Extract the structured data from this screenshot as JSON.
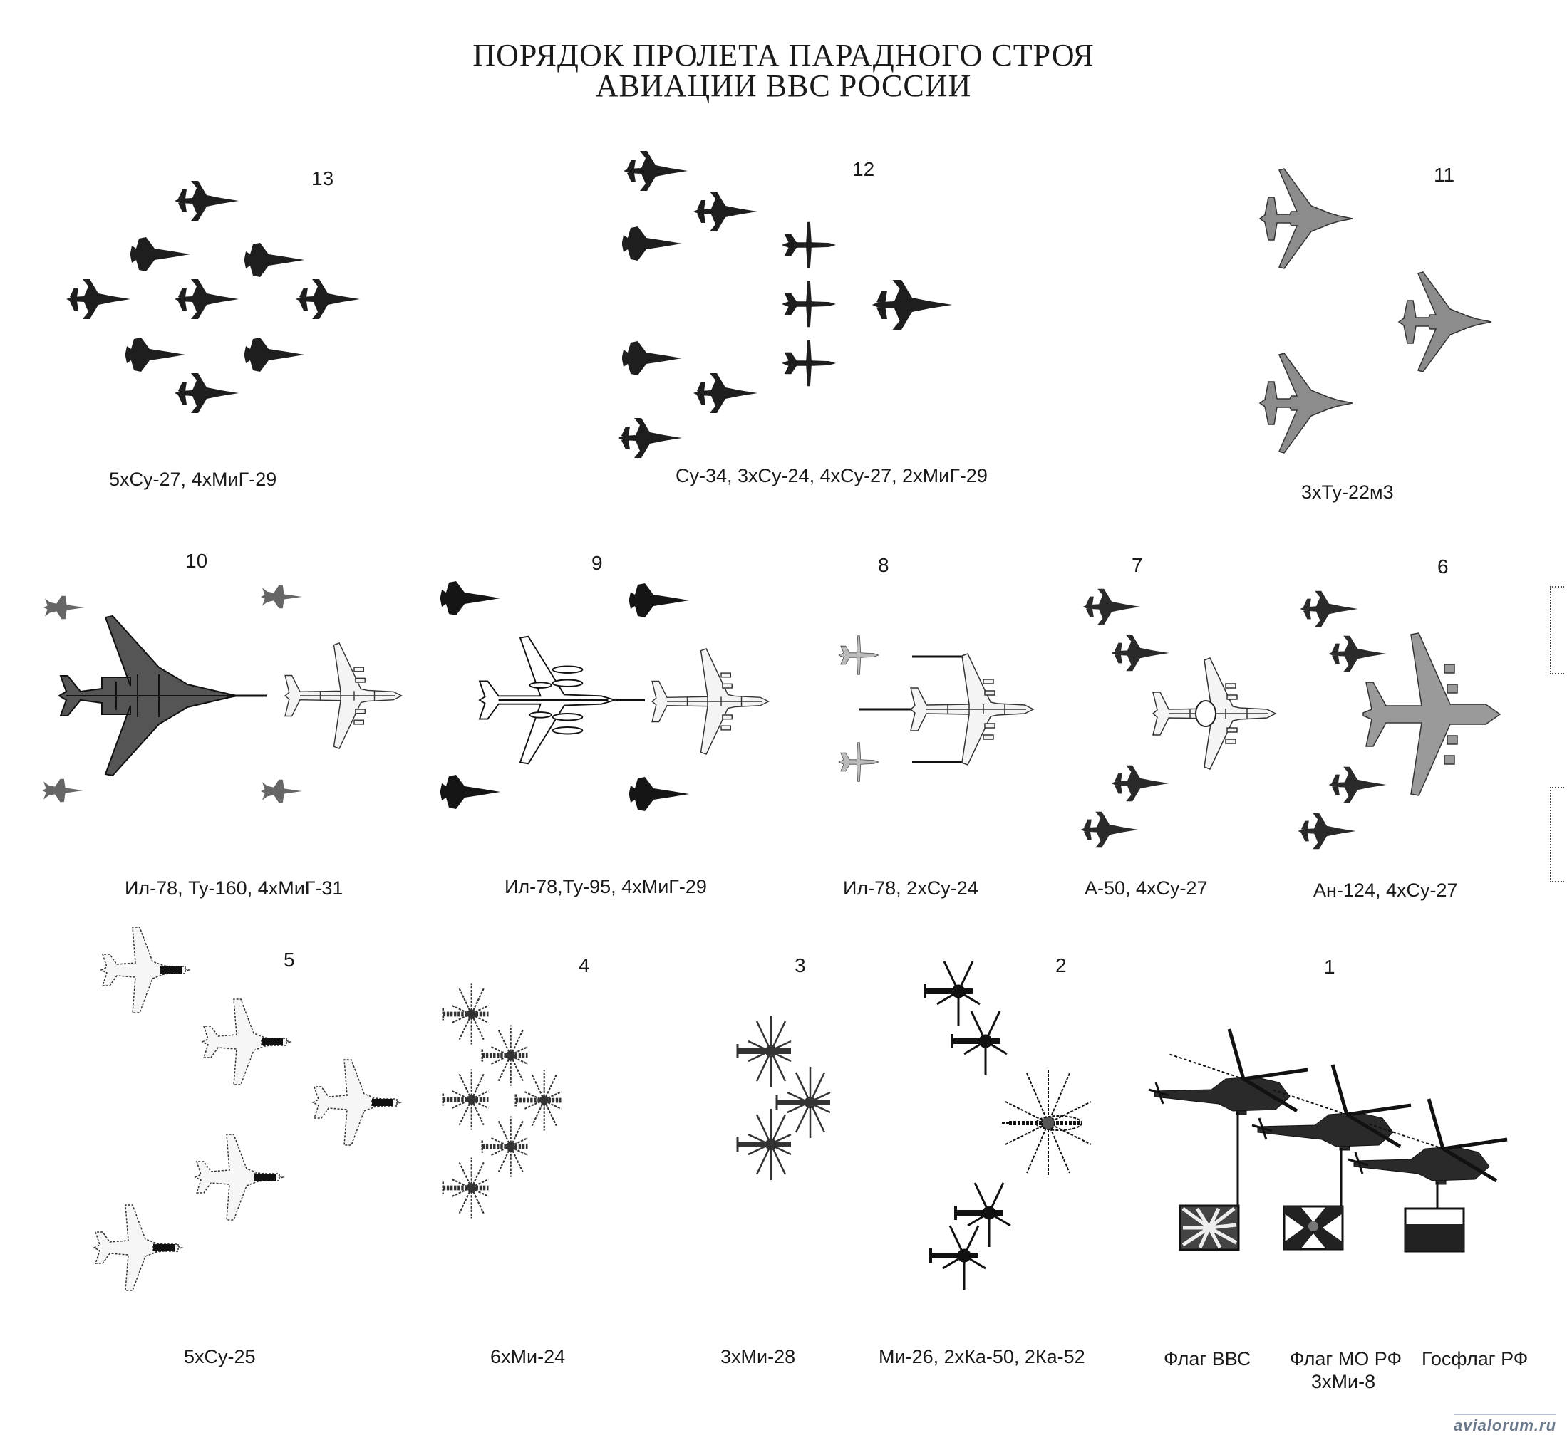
{
  "title": {
    "line1": "ПОРЯДОК ПРОЛЕТА ПАРАДНОГО СТРОЯ",
    "line2": "АВИАЦИИ ВВС РОССИИ"
  },
  "groups": [
    {
      "number": "13",
      "caption": "5хСу-27, 4хМиГ-29"
    },
    {
      "number": "12",
      "caption": "Су-34, 3хСу-24, 4хСу-27, 2хМиГ-29"
    },
    {
      "number": "11",
      "caption": "3хТу-22м3"
    },
    {
      "number": "10",
      "caption": "Ил-78, Ту-160, 4хМиГ-31"
    },
    {
      "number": "9",
      "caption": "Ил-78,Ту-95, 4хМиГ-29"
    },
    {
      "number": "8",
      "caption": "Ил-78, 2хСу-24"
    },
    {
      "number": "7",
      "caption": "А-50, 4хСу-27"
    },
    {
      "number": "6",
      "caption": "Ан-124, 4хСу-27"
    },
    {
      "number": "5",
      "caption": "5хСу-25"
    },
    {
      "number": "4",
      "caption": "6хМи-24"
    },
    {
      "number": "3",
      "caption": "3хМи-28"
    },
    {
      "number": "2",
      "caption": "Ми-26, 2хКа-50, 2Ка-52"
    },
    {
      "number": "1",
      "caption_flags": [
        "Флаг ВВС",
        "Флаг МО РФ",
        "Госфлаг РФ"
      ],
      "caption_helis": "3хМи-8"
    }
  ],
  "colors": {
    "ink": "#1a1a1a",
    "fighter_dark": "#222222",
    "fighter_gray": "#555555",
    "bomber_gray": "#8a8a8a",
    "outline_light": "#444444",
    "flag_red": "#222222"
  },
  "watermark": "avialorum.ru"
}
